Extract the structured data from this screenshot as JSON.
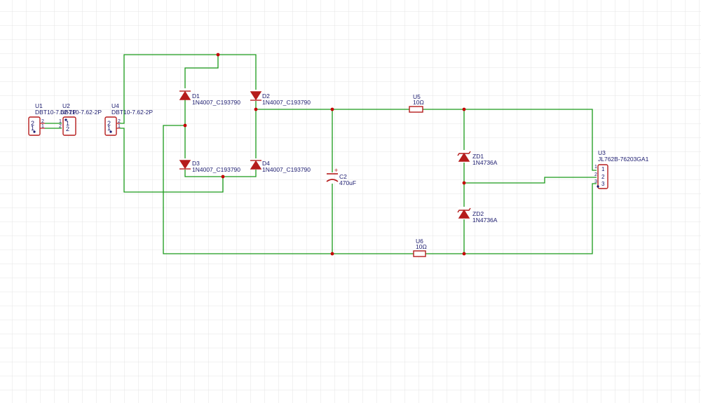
{
  "colors": {
    "background": "#ffffff",
    "grid": "#e4e4e4",
    "wire": "#1a9a1a",
    "symbol": "#b51c1c",
    "junction": "#c40000",
    "label": "#1a1a6e"
  },
  "components": {
    "u1": {
      "ref": "U1",
      "value": "DBT10-7.62-2P",
      "pin_a": "2",
      "pin_b": "1"
    },
    "u2": {
      "ref": "U2",
      "value": "DBT10-7.62-2P",
      "pin_a": "1",
      "pin_b": "2"
    },
    "u4": {
      "ref": "U4",
      "value": "DBT10-7.62-2P",
      "pin_a": "2",
      "pin_b": "1"
    },
    "d1": {
      "ref": "D1",
      "value": "1N4007_C193790"
    },
    "d2": {
      "ref": "D2",
      "value": "1N4007_C193790"
    },
    "d3": {
      "ref": "D3",
      "value": "1N4007_C193790"
    },
    "d4": {
      "ref": "D4",
      "value": "1N4007_C193790"
    },
    "c2": {
      "ref": "C2",
      "value": "470uF",
      "plus": "+"
    },
    "u5": {
      "ref": "U5",
      "value": "10Ω"
    },
    "u6": {
      "ref": "U6",
      "value": "10Ω"
    },
    "zd1": {
      "ref": "ZD1",
      "value": "1N4736A"
    },
    "zd2": {
      "ref": "ZD2",
      "value": "1N4736A"
    },
    "u3": {
      "ref": "U3",
      "value": "JL762B-76203GA1",
      "pin1": "1",
      "pin2": "2",
      "pin3": "3"
    }
  }
}
